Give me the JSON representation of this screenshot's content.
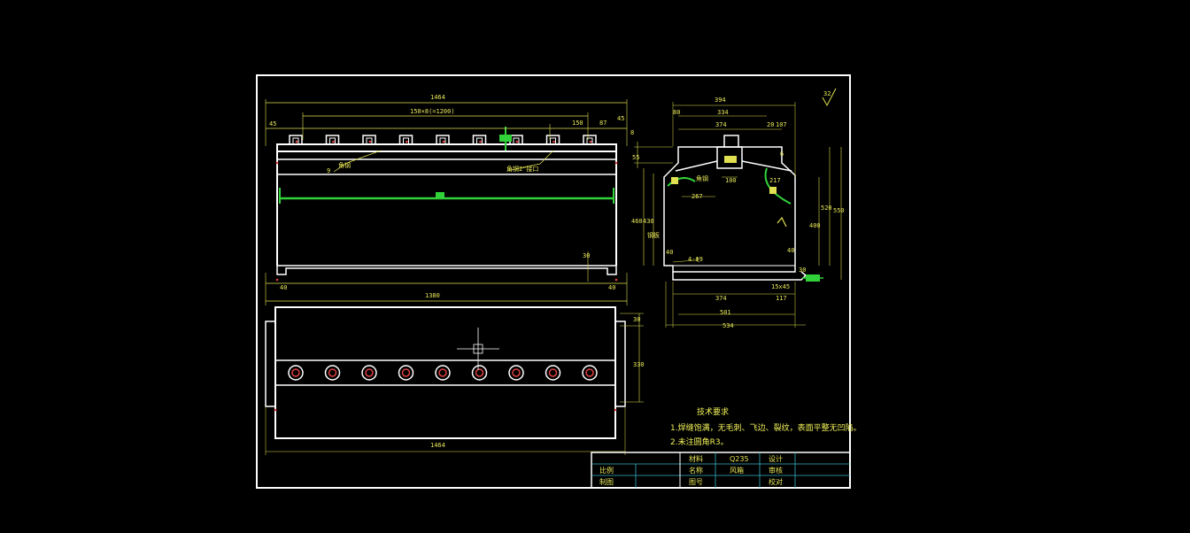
{
  "front_view": {
    "total_width": "1464",
    "hole_pitch": "150×8(=1200)",
    "left_offset": "45",
    "right_offset": "45",
    "pitch_single": "150",
    "right_end": "87",
    "side_mark": "8",
    "label_a": "角钢",
    "label_b": "角钢2\"接口",
    "balloon": "9",
    "foot_left": "40",
    "foot_right": "40",
    "foot_height": "30",
    "inner_width": "1380"
  },
  "side_view": {
    "top_total": "394",
    "top_mid": "334",
    "top_inner": "374",
    "left_off": "80",
    "right_a": "20",
    "right_b": "107",
    "height_a": "55",
    "tag_right": "6",
    "width_267": "267",
    "width_100": "100",
    "width_217": "217",
    "h_460": "460",
    "h_430": "430",
    "h_520": "520",
    "h_550": "550",
    "h_400": "400",
    "left_foot": "40",
    "right_foot": "40",
    "bolt": "4-Φ9",
    "angle_label": "角钢",
    "side_label": "钢板",
    "foot_note": "15x45",
    "base_h": "30",
    "bottom_374": "374",
    "bottom_117": "117",
    "bottom_501": "501",
    "bottom_534": "534"
  },
  "top_view": {
    "total_width": "1464",
    "dim_a": "30",
    "dim_b": "330"
  },
  "notes": {
    "title": "技术要求",
    "line1": "1.焊缝饱满，无毛刺、飞边、裂纹，表面平整无凹陷。",
    "line2": "2.未注圆角R3。"
  },
  "roughness": "32",
  "title_block": {
    "r1c1": "材料",
    "r1c2": "Q235",
    "r1c3": "设计",
    "r2c0": "比例",
    "r2c1": "名称",
    "r2c2": "风箱",
    "r2c3": "审核",
    "r3c0": "制图",
    "r3c1": "图号",
    "r3c3": "校对"
  },
  "colors": {
    "background": "#000000",
    "outline": "#ffffff",
    "dimension": "#e8e85a",
    "centerline": "#31d13a",
    "marker": "#e04040"
  }
}
